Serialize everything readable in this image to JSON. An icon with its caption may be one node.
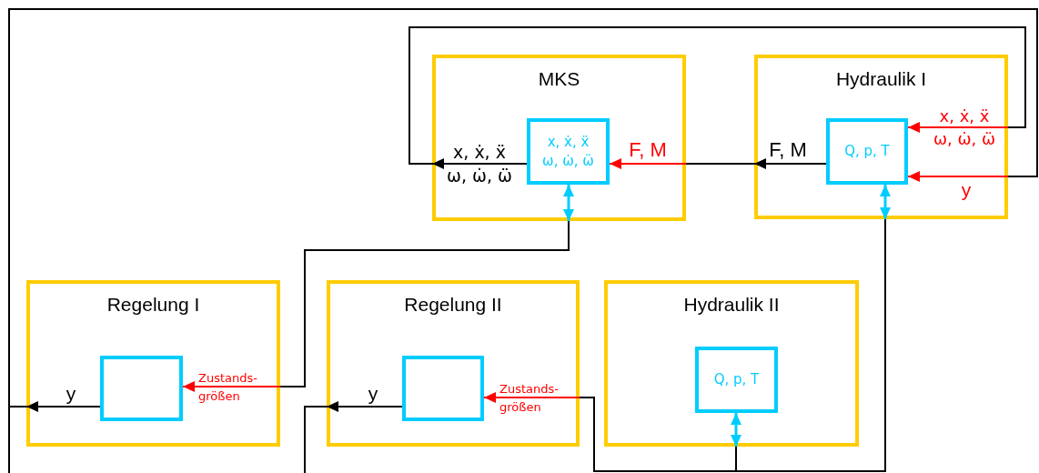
{
  "diagram": {
    "nodes": [
      {
        "text": [
          "MKS"
        ]
      },
      {
        "text": [
          "x, ẋ, ẍ",
          "ω, ω̇, ω̈"
        ],
        "in": 0
      },
      {
        "text": [
          "Hydraulik I"
        ]
      },
      {
        "text": [
          "Q, p, T"
        ],
        "in": 2
      },
      {
        "text": [
          "Regelung I"
        ]
      },
      {
        "text": [],
        "shape": "box",
        "in": 4
      },
      {
        "text": [
          "Regelung II"
        ]
      },
      {
        "text": [],
        "shape": "box",
        "in": 6
      },
      {
        "text": [
          "Hydraulik II"
        ]
      },
      {
        "text": [
          "Q, p, T"
        ],
        "in": 8
      }
    ],
    "edges": [
      {
        "from": 1,
        "to": 0,
        "arrow": "to",
        "label": "x, ẋ, ẍ ω, ω̇, ω̈"
      },
      {
        "from": 0,
        "to": 2,
        "arrow": "none"
      },
      {
        "from": 2,
        "to": 3,
        "arrow": "to",
        "label": "x, ẋ, ẍ ω, ω̇, ω̈",
        "color": "#ff0000"
      },
      {
        "from": 4,
        "to": 2,
        "arrow": "none"
      },
      {
        "from": 2,
        "to": 3,
        "arrow": "to",
        "label": "y",
        "color": "#ff0000"
      },
      {
        "from": 3,
        "to": 2,
        "arrow": "to",
        "label": "F, M"
      },
      {
        "from": 2,
        "to": 0,
        "arrow": "none"
      },
      {
        "from": 0,
        "to": 1,
        "arrow": "to",
        "label": "F, M",
        "color": "#ff0000"
      },
      {
        "from": 1,
        "to": 0,
        "arrow": "both",
        "color": "#00ccff"
      },
      {
        "from": 3,
        "to": 2,
        "arrow": "both",
        "color": "#00ccff"
      },
      {
        "from": 9,
        "to": 8,
        "arrow": "both",
        "color": "#00ccff"
      },
      {
        "from": 0,
        "to": 4,
        "arrow": "none"
      },
      {
        "from": 4,
        "to": 5,
        "arrow": "to",
        "label": "Zustands- größen",
        "color": "#ff0000"
      },
      {
        "from": 5,
        "to": 4,
        "arrow": "to",
        "label": "y"
      },
      {
        "from": 4,
        "to": null,
        "arrow": "none"
      },
      {
        "from": 7,
        "to": 6,
        "arrow": "to",
        "label": "y"
      },
      {
        "from": 6,
        "to": null,
        "arrow": "none"
      },
      {
        "from": 2,
        "to": 6,
        "arrow": "none"
      },
      {
        "from": 8,
        "to": 6,
        "arrow": "none"
      },
      {
        "from": 6,
        "to": 7,
        "arrow": "to",
        "label": "Zustands- größen",
        "color": "#ff0000"
      }
    ]
  }
}
